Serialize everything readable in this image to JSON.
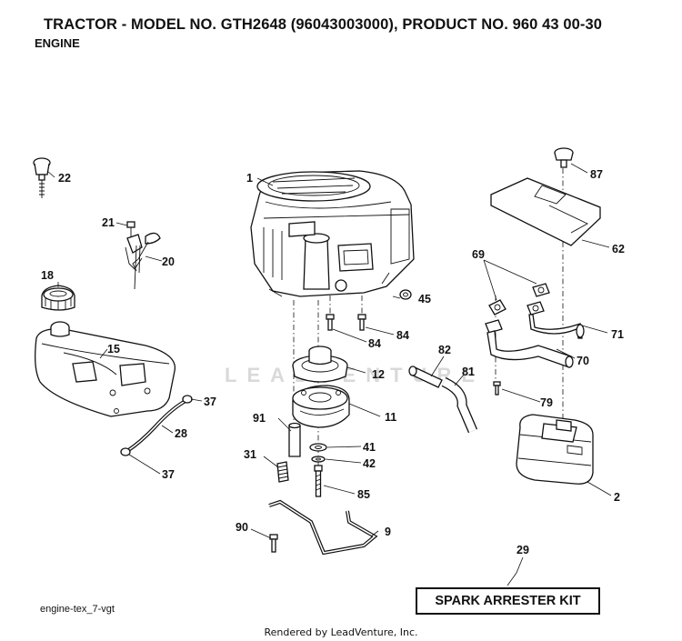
{
  "header": {
    "title": "TRACTOR -  MODEL NO. GTH2648 (96043003000), PRODUCT NO. 960 43 00-30",
    "subtitle": "ENGINE"
  },
  "parts": {
    "p1": "1",
    "p2": "2",
    "p9": "9",
    "p11": "11",
    "p12": "12",
    "p15": "15",
    "p18": "18",
    "p20": "20",
    "p21": "21",
    "p22": "22",
    "p28": "28",
    "p29": "29",
    "p31": "31",
    "p37a": "37",
    "p37b": "37",
    "p41": "41",
    "p42": "42",
    "p45": "45",
    "p62": "62",
    "p69": "69",
    "p70": "70",
    "p71": "71",
    "p79": "79",
    "p81": "81",
    "p82": "82",
    "p84a": "84",
    "p84b": "84",
    "p85": "85",
    "p87": "87",
    "p90": "90",
    "p91": "91"
  },
  "kit_label": "SPARK ARRESTER KIT",
  "figure_code": "engine-tex_7-vgt",
  "watermark": "LEADVENTURE",
  "footer": "Rendered by LeadVenture, Inc."
}
